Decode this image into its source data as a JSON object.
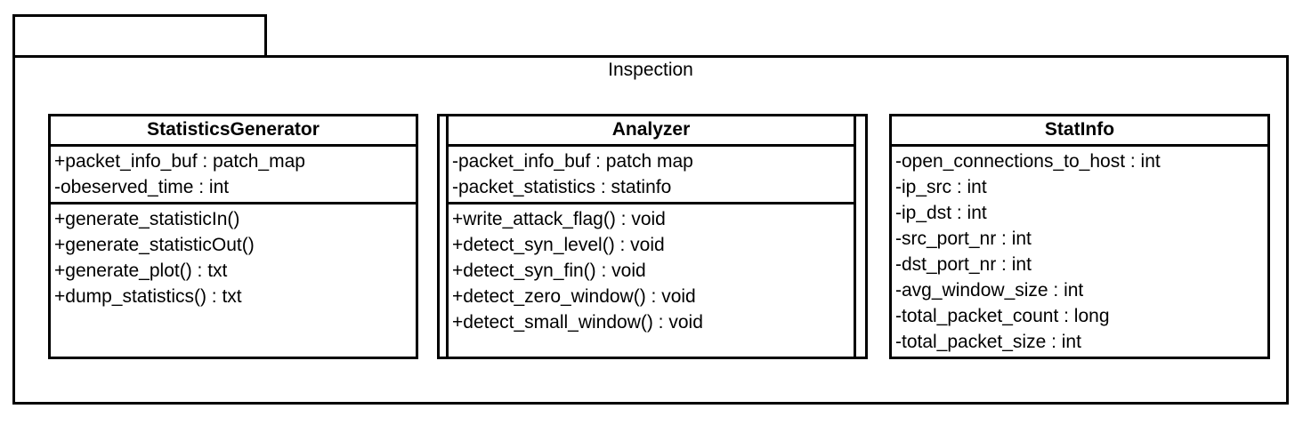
{
  "diagram": {
    "type": "uml-class-diagram",
    "package": {
      "name": "Inspection",
      "tab_label": ""
    },
    "classes": [
      {
        "id": "statistics-generator",
        "name": "StatisticsGenerator",
        "style": "single",
        "attributes": [
          "+packet_info_buf : patch_map",
          "-obeserved_time : int"
        ],
        "methods": [
          "+generate_statisticIn()",
          "+generate_statisticOut()",
          "+generate_plot() : txt",
          "+dump_statistics() : txt"
        ]
      },
      {
        "id": "analyzer",
        "name": "Analyzer",
        "style": "double",
        "attributes": [
          "-packet_info_buf : patch map",
          "-packet_statistics : statinfo"
        ],
        "methods": [
          "+write_attack_flag() : void",
          "+detect_syn_level() : void",
          "+detect_syn_fin() : void",
          "+detect_zero_window() : void",
          "+detect_small_window() : void"
        ]
      },
      {
        "id": "stat-info",
        "name": "StatInfo",
        "style": "single",
        "attributes": [
          "-open_connections_to_host : int",
          "-ip_src : int",
          "-ip_dst : int",
          "-src_port_nr : int",
          "-dst_port_nr : int",
          "-avg_window_size : int",
          "-total_packet_count : long",
          "-total_packet_size : int"
        ],
        "methods": []
      }
    ],
    "colors": {
      "stroke": "#000000",
      "fill": "#ffffff",
      "text": "#000000"
    }
  }
}
